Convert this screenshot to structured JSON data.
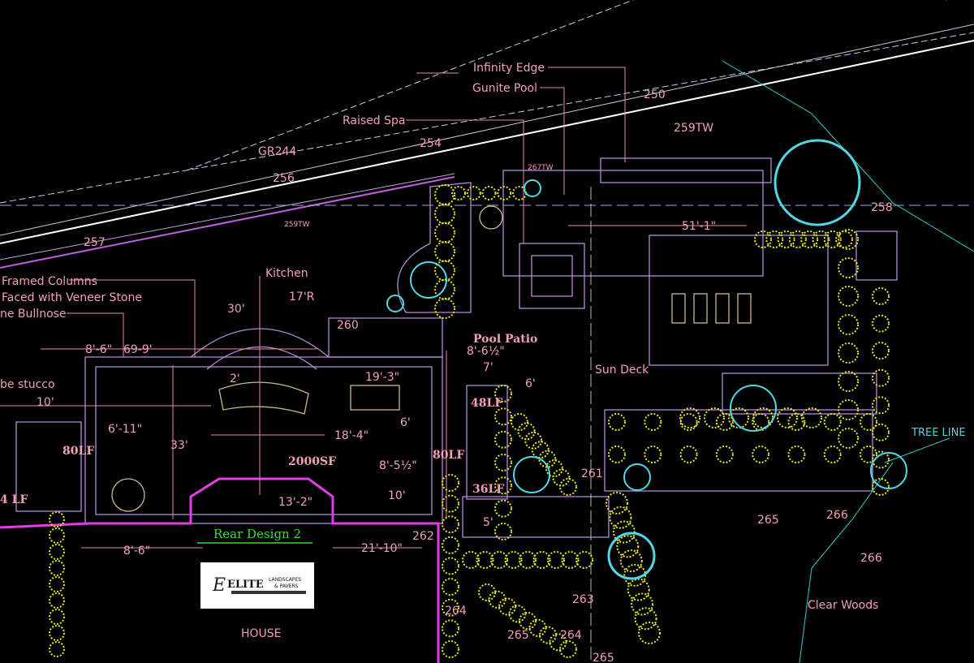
{
  "drawing": {
    "title": "Rear Design 2",
    "logo": {
      "name": "ELITE",
      "line1": "LANDSCAPES",
      "line2": "& PAVERS"
    },
    "labels": {
      "infinity_edge": "Infinity Edge",
      "gunite_pool": "Gunite Pool",
      "raised_spa": "Raised Spa",
      "kitchen": "Kitchen",
      "framed_columns": "Framed Columns",
      "veneer_stone": "Faced with Veneer Stone",
      "bullnose": "ne Bullnose",
      "stucco": "be stucco",
      "pool_patio": "Pool Patio",
      "sun_deck": "Sun Deck",
      "house": "HOUSE",
      "clear_woods": "Clear Woods",
      "tree_line": "TREE LINE",
      "area": "2000SF"
    },
    "elevations": {
      "e250": "250",
      "e259tw": "259TW",
      "gr244": "GR244",
      "e254": "254",
      "e256": "256",
      "e267tw": "267TW",
      "e259tw_small": "259TW",
      "e257": "257",
      "e258": "258",
      "e260": "260",
      "e261": "261",
      "e262": "262",
      "e263": "263",
      "e264a": "264",
      "e264b": "264",
      "e265a": "265",
      "e265b": "265",
      "e265c": "265",
      "e266a": "266",
      "e266b": "266"
    },
    "dimensions": {
      "d51_1": "51'-1\"",
      "d30": "30'",
      "d17r": "17'R",
      "d8_6a": "8'-6\"",
      "d69_9": "69-9'",
      "d2": "2'",
      "d10a": "10'",
      "d6_11": "6'-11\"",
      "d33": "33'",
      "d80lf_a": "80LF",
      "d4lf": "4 LF",
      "d13_2": "13'-2\"",
      "d19_3": "19'-3\"",
      "d18_4": "18'-4\"",
      "d6a": "6'",
      "d8_5": "8'-5½\"",
      "d10b": "10'",
      "d8_6half": "8'-6½\"",
      "d7": "7'",
      "d6b": "6'",
      "d48lf": "48LF",
      "d80lf_b": "80LF",
      "d36lf": "36LF",
      "d5": "5'",
      "d21_10": "21'-10\"",
      "d8_6b": "8'-6\""
    },
    "colors": {
      "background": "#000000",
      "wall": "#b58bd6",
      "text": "#f2a0b4",
      "plants": "#e8e820",
      "trees": "#4fd9e6",
      "house": "#e23ee6"
    }
  }
}
